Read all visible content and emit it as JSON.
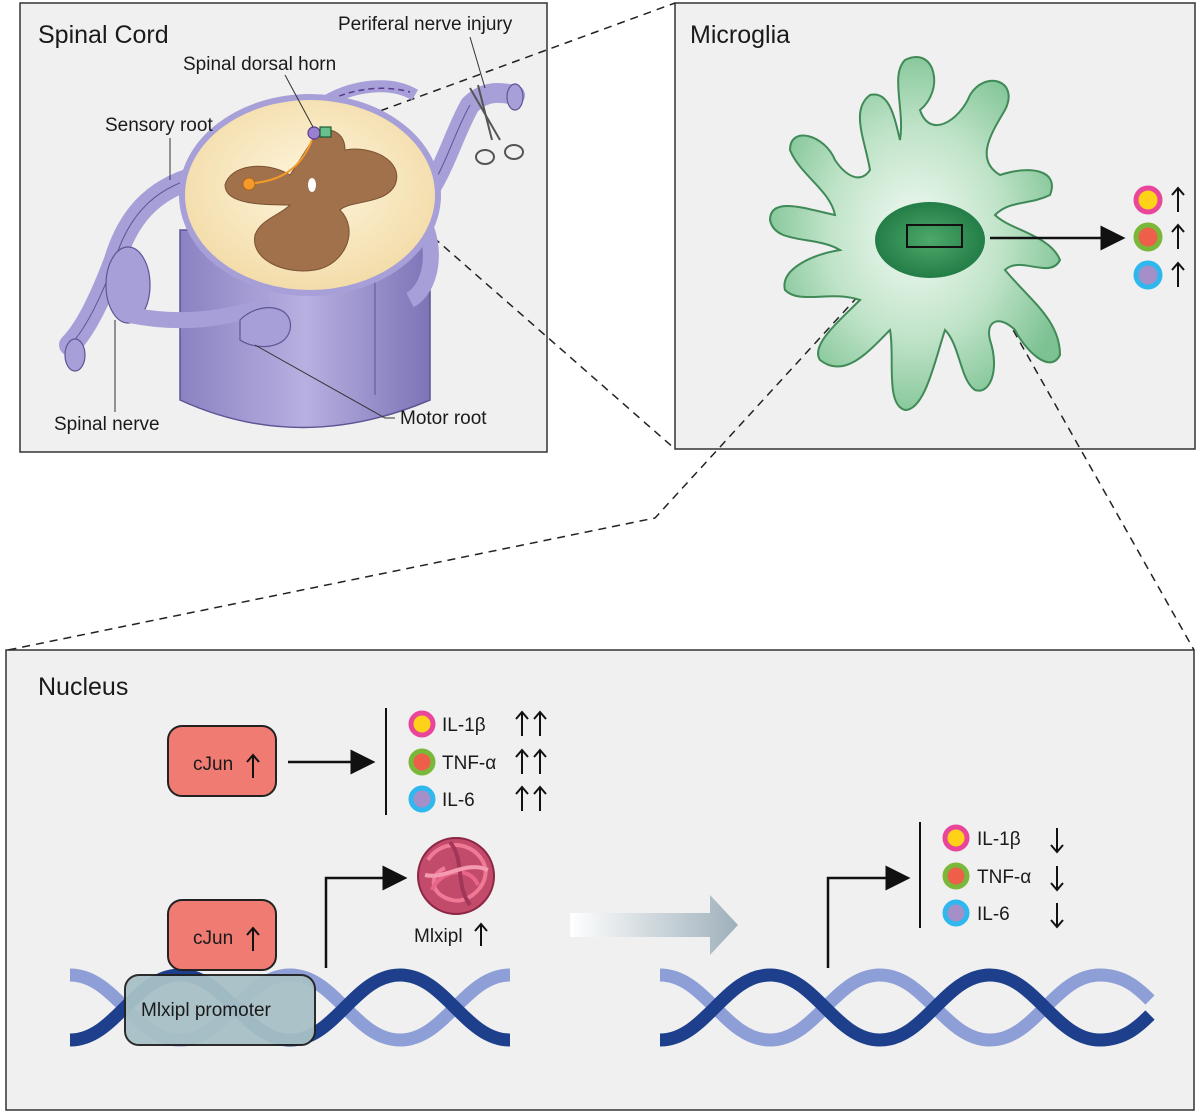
{
  "panels": {
    "spinal_cord": {
      "title": "Spinal Cord",
      "labels": {
        "nerve_injury": "Periferal nerve injury",
        "dorsal_horn": "Spinal dorsal horn",
        "sensory_root": "Sensory root",
        "spinal_nerve": "Spinal nerve",
        "motor_root": "Motor root"
      }
    },
    "microglia": {
      "title": "Microglia",
      "outputs": [
        {
          "cytokine": "IL-1β",
          "change": "up"
        },
        {
          "cytokine": "TNF-α",
          "change": "up"
        },
        {
          "cytokine": "IL-6",
          "change": "up"
        }
      ]
    },
    "nucleus": {
      "title": "Nucleus",
      "cjun_label": "cJun",
      "left_list": [
        {
          "name": "IL-1β",
          "change": "up-up"
        },
        {
          "name": "TNF-α",
          "change": "up-up"
        },
        {
          "name": "IL-6",
          "change": "up-up"
        }
      ],
      "right_list": [
        {
          "name": "IL-1β",
          "change": "down"
        },
        {
          "name": "TNF-α",
          "change": "down"
        },
        {
          "name": "IL-6",
          "change": "down"
        }
      ],
      "gene_label": "Mlxipl",
      "promoter_label": "Mlxipl promoter"
    }
  },
  "colors": {
    "il1b_ring": "#e8459b",
    "il1b_core": "#ffd21a",
    "tnfa_ring": "#7ab83a",
    "tnfa_core": "#ee5f4a",
    "il6_ring": "#2fb8ee",
    "il6_core": "#a48fc9",
    "cjun_fill": "#ef7b72",
    "microglia": "#86c79a",
    "dna_dark": "#1d3f8c",
    "dna_light": "#8d9fd6"
  }
}
